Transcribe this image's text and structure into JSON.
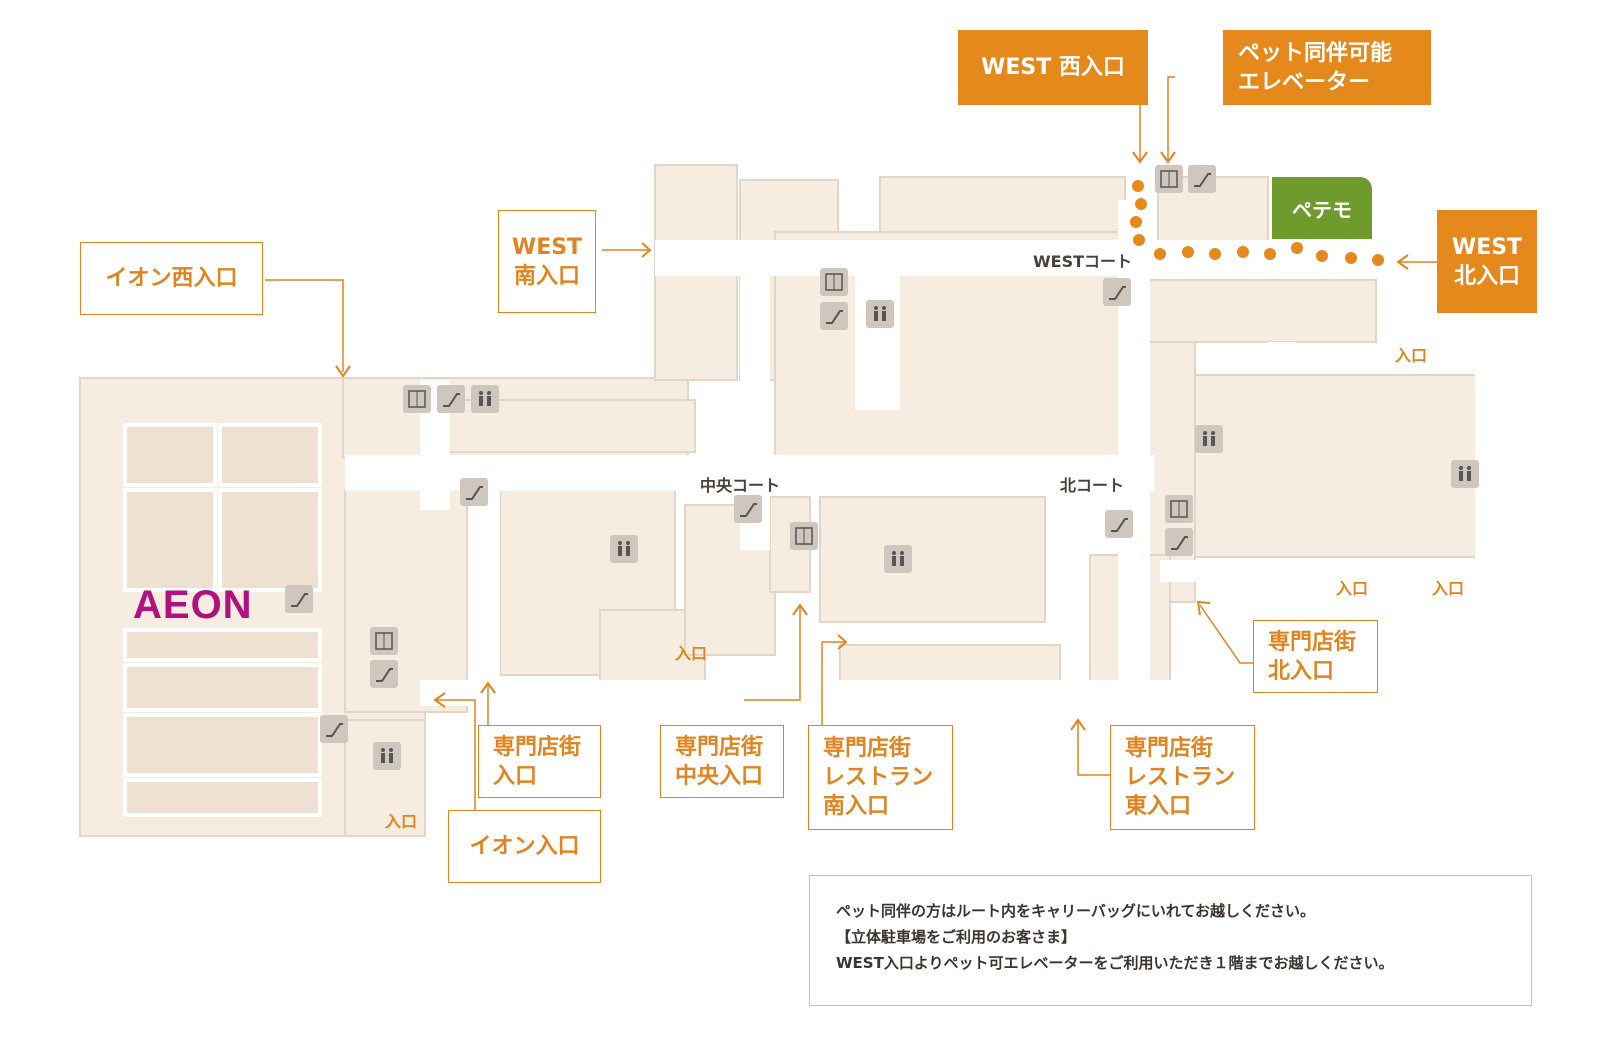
{
  "map": {
    "brand_logo": "AEON",
    "store_label": "ペテモ",
    "courts": {
      "west": "WESTコート",
      "central": "中央コート",
      "north": "北コート"
    },
    "labels": {
      "west_west_entrance": "WEST 西入口",
      "pet_elevator": [
        "ペット同伴可能",
        "エレベーター"
      ],
      "west_south_entrance": [
        "WEST",
        "南入口"
      ],
      "west_north_entrance": [
        "WEST",
        "北入口"
      ],
      "aeon_west_entrance": "イオン西入口",
      "mall_entrance": [
        "専門店街",
        "入口"
      ],
      "mall_central_entrance": [
        "専門店街",
        "中央入口"
      ],
      "mall_restaurant_south_entrance": [
        "専門店街",
        "レストラン",
        "南入口"
      ],
      "mall_restaurant_east_entrance": [
        "専門店街",
        "レストラン",
        "東入口"
      ],
      "mall_north_entrance": [
        "専門店街",
        "北入口"
      ],
      "aeon_entrance": "イオン入口"
    },
    "small_entrances": [
      "入口",
      "入口",
      "入口",
      "入口",
      "入口"
    ],
    "notice": {
      "line1": "ペット同伴の方はルート内をキャリーバッグにいれてお越しください。",
      "line2": "【立体駐車場をご利用のお客さま】",
      "line3": "WEST入口よりペット可エレベーターをご利用いただき１階までお越しください。"
    },
    "icons": [
      "elevator-icon",
      "escalator-icon",
      "restroom-icon",
      "paw-icon"
    ],
    "colors": {
      "accent": "#e0841f",
      "accent_fill": "#e6891c",
      "floor": "#f6ece0",
      "corridor": "#ffffff",
      "petemo": "#6f9a2c",
      "aeon": "#b0117f",
      "icon_bg": "#cfc7bd"
    }
  }
}
